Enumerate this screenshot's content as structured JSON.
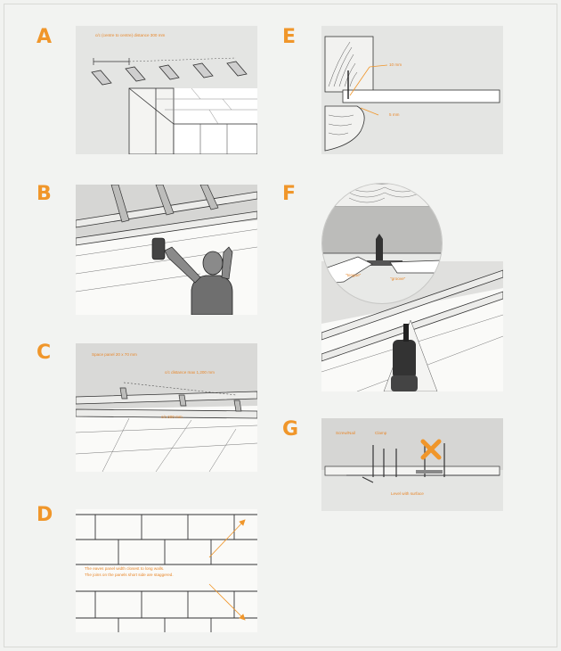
{
  "steps": {
    "a": {
      "letter": "A",
      "note": "c/c (centre to centre) distance 300 mm"
    },
    "b": {
      "letter": "B"
    },
    "c": {
      "letter": "C",
      "note_1": "Space panel 20 x 70 mm",
      "note_2": "c/c distance max 1,200 mm",
      "note_3": "c/c 300 mm"
    },
    "d": {
      "letter": "D",
      "note_1": "The eaves panel width closest to long walls.",
      "note_2": "The joins on the panels short side are staggered."
    },
    "e": {
      "letter": "E",
      "note_1": "10 mm",
      "note_2": "5 mm"
    },
    "f": {
      "letter": "F",
      "note_1": "\"tongue\"",
      "note_2": "\"groove\""
    },
    "g": {
      "letter": "G",
      "note_1": "Screw/Nail",
      "note_2": "Clamp",
      "note_3": "Level with surface"
    }
  },
  "colors": {
    "accent": "#f0962a",
    "panel_bg": "#e4e5e3"
  }
}
